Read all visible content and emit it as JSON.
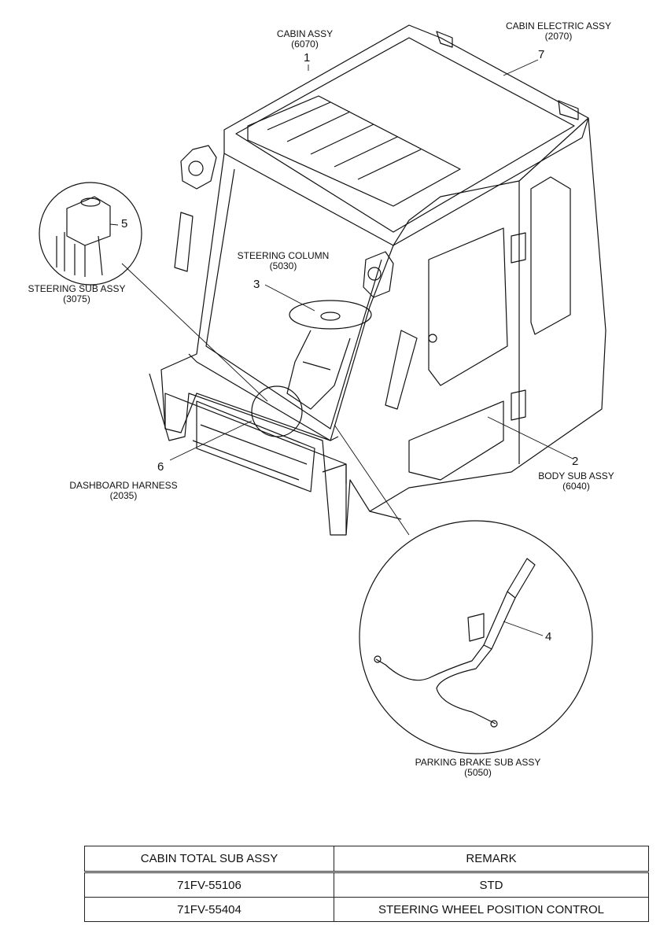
{
  "callouts": [
    {
      "number": "1",
      "name": "CABIN ASSY",
      "code": "(6070)"
    },
    {
      "number": "7",
      "name": "CABIN ELECTRIC ASSY",
      "code": "(2070)"
    },
    {
      "number": "5",
      "name": "STEERING SUB ASSY",
      "code": "(3075)"
    },
    {
      "number": "3",
      "name": "STEERING COLUMN",
      "code": "(5030)"
    },
    {
      "number": "6",
      "name": "DASHBOARD HARNESS",
      "code": "(2035)"
    },
    {
      "number": "2",
      "name": "BODY SUB ASSY",
      "code": "(6040)"
    },
    {
      "number": "4",
      "name": "PARKING BRAKE SUB ASSY",
      "code": "(5050)"
    }
  ],
  "table": {
    "headers": [
      "CABIN TOTAL SUB ASSY",
      "REMARK"
    ],
    "rows": [
      [
        "71FV-55106",
        "STD"
      ],
      [
        "71FV-55404",
        "STEERING WHEEL POSITION CONTROL"
      ]
    ]
  }
}
